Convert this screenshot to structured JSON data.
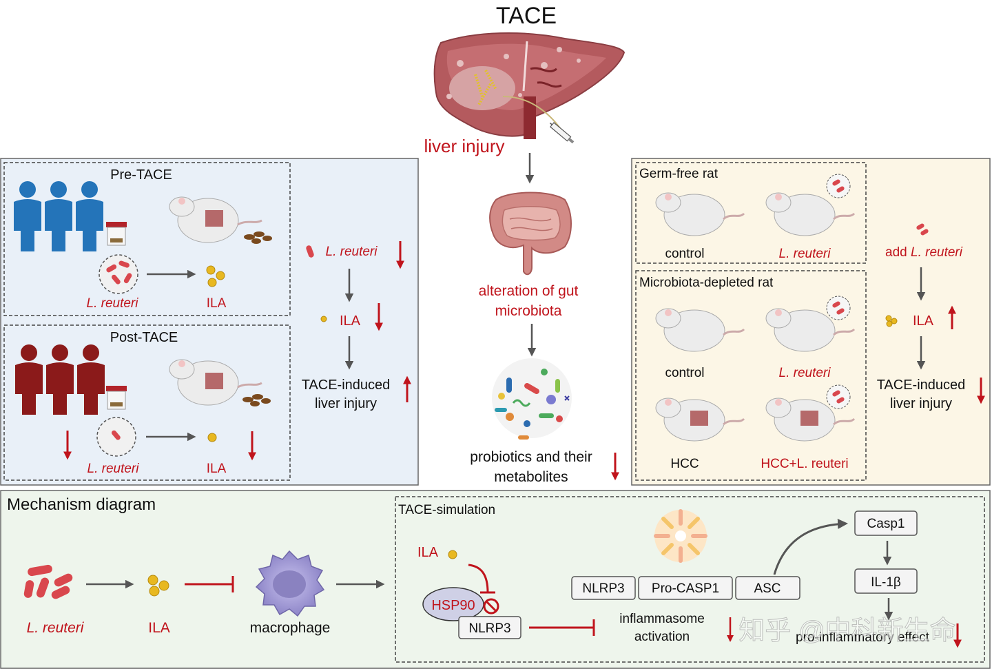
{
  "title": "TACE",
  "liver_label": "liver injury",
  "center": {
    "gut_label": [
      "alteration of gut",
      "microbiota"
    ],
    "probiotics_label": [
      "probiotics and their",
      "metabolites"
    ]
  },
  "left_panel": {
    "pre_title": "Pre-TACE",
    "post_title": "Post-TACE",
    "lreuteri": "L. reuteri",
    "ila": "ILA",
    "flow": {
      "lreuteri": "L. reuteri",
      "ila": "ILA",
      "injury": [
        "TACE-induced",
        "liver injury"
      ]
    }
  },
  "right_panel": {
    "germ_free_title": "Germ-free rat",
    "depleted_title": "Microbiota-depleted rat",
    "control": "control",
    "lreuteri": "L. reuteri",
    "hcc": "HCC",
    "hcc_lreuteri": "HCC+L. reuteri",
    "flow": {
      "add_prefix": "add ",
      "add_bug": "L. reuteri",
      "ila": "ILA",
      "injury": [
        "TACE-induced",
        "liver injury"
      ]
    }
  },
  "mechanism": {
    "title": "Mechanism diagram",
    "lreuteri": "L. reuteri",
    "ila": "ILA",
    "macrophage": "macrophage",
    "simulation_title": "TACE-simulation",
    "sim_ila": "ILA",
    "hsp90": "HSP90",
    "nlrp3_lower": "NLRP3",
    "complex": [
      "NLRP3",
      "Pro-CASP1",
      "ASC"
    ],
    "casp1": "Casp1",
    "il1b": "IL-1β",
    "inflammasome": [
      "inflammasome",
      "activation"
    ],
    "proinflammatory": "pro-inflammatory effect"
  },
  "watermark": "知乎 @中科新生命",
  "colors": {
    "red": "#c0141c",
    "blue_person": "#2474b9",
    "red_person": "#8b1a1a",
    "left_bg": "#e9f0f8",
    "right_bg": "#fcf6e6",
    "mech_bg": "#eef5ec",
    "arrow_gray": "#555555"
  }
}
